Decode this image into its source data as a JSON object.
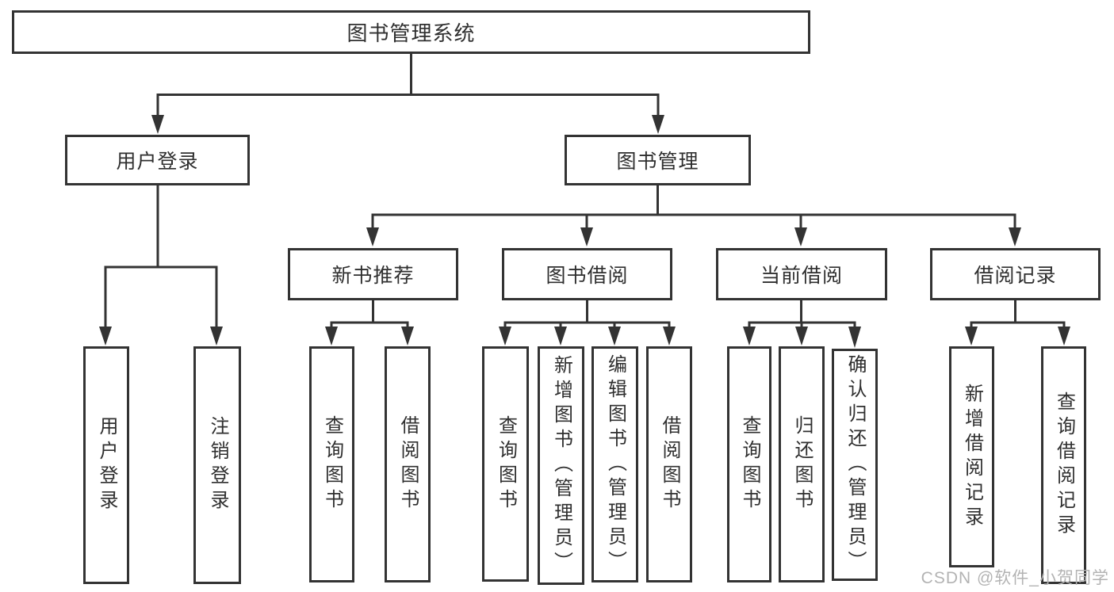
{
  "diagram": {
    "root": {
      "label": "图书管理系统"
    },
    "branches": [
      {
        "label": "用户登录",
        "children": [
          {
            "label": "用户登录"
          },
          {
            "label": "注销登录"
          }
        ]
      },
      {
        "label": "图书管理",
        "sections": [
          {
            "label": "新书推荐",
            "children": [
              {
                "label": "查询图书"
              },
              {
                "label": "借阅图书"
              }
            ]
          },
          {
            "label": "图书借阅",
            "children": [
              {
                "label": "查询图书"
              },
              {
                "label": "新增图书（管理员）"
              },
              {
                "label": "编辑图书（管理员）"
              },
              {
                "label": "借阅图书"
              }
            ]
          },
          {
            "label": "当前借阅",
            "children": [
              {
                "label": "查询图书"
              },
              {
                "label": "归还图书"
              },
              {
                "label": "确认归还（管理员）"
              }
            ]
          },
          {
            "label": "借阅记录",
            "children": [
              {
                "label": "新增借阅记录"
              },
              {
                "label": "查询借阅记录"
              }
            ]
          }
        ]
      }
    ]
  },
  "watermark": {
    "text": "CSDN @软件_小贺同学"
  },
  "colors": {
    "border": "#333333",
    "line": "#333333",
    "text": "#2f2f2f",
    "watermark": "#b3b3b3",
    "background": "#ffffff"
  }
}
